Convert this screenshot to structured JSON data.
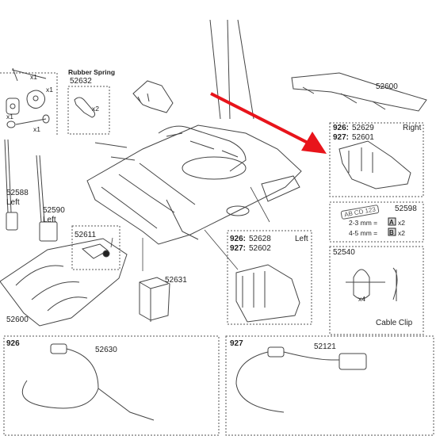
{
  "labels": {
    "rubber_spring": "Rubber Spring",
    "p52632": "52632",
    "x2_spring": "x2",
    "x1_a": "x1",
    "x1_b": "x1",
    "x1_c": "x1",
    "x1_d": "x1",
    "p52600_top": "52600",
    "right_926": "926:",
    "right_926_part": "52629",
    "right_word": "Right",
    "right_927": "927:",
    "right_927_part": "52601",
    "p52588": "52588",
    "left_52588": "Left",
    "p52590": "52590",
    "left_52590": "Left",
    "p52611": "52611",
    "p52598": "52598",
    "plate_text": "AB CD 123",
    "mm_23": "2-3 mm =",
    "mm_45": "4-5 mm =",
    "box_a": "A",
    "box_b": "B",
    "x2_a": "x2",
    "x2_b": "x2",
    "left_926": "926:",
    "left_926_part": "52628",
    "left_word": "Left",
    "left_927": "927:",
    "left_927_part": "52602",
    "p52631": "52631",
    "p52540": "52540",
    "x4": "x4",
    "cable_clip": "Cable Clip",
    "p52600_bottom": "52600",
    "bottom_926": "926",
    "p52630": "52630",
    "bottom_927": "927",
    "p52121": "52121"
  },
  "colors": {
    "line": "#444444",
    "arrow": "#e8141b",
    "dashed": "#555555"
  }
}
